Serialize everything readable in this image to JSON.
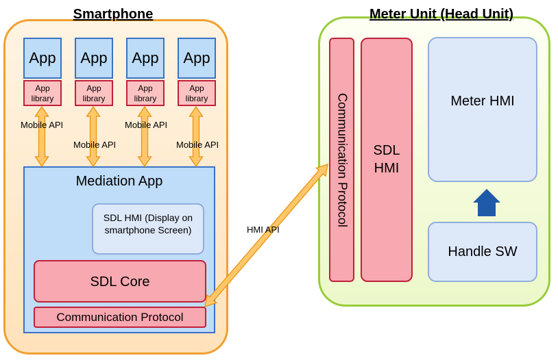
{
  "smartphone": {
    "title": "Smartphone",
    "apps": [
      {
        "app": "App",
        "library": "App library",
        "api": "Mobile API"
      },
      {
        "app": "App",
        "library": "App library",
        "api": "Mobile API"
      },
      {
        "app": "App",
        "library": "App library",
        "api": "Mobile API"
      },
      {
        "app": "App",
        "library": "App library",
        "api": "Mobile API"
      }
    ],
    "mediation_app": {
      "title": "Mediation App",
      "sdl_hmi": "SDL HMI (Display on smartphone Screen)",
      "sdl_core": "SDL Core",
      "communication_protocol": "Communication  Protocol"
    }
  },
  "link": {
    "label": "HMI  API"
  },
  "meter_unit": {
    "title": "Meter Unit (Head Unit)",
    "communication_protocol": "Communication  Protocol",
    "sdl_hmi": "SDL HMI",
    "meter_hmi": "Meter HMI",
    "handle_sw": "Handle SW"
  },
  "colors": {
    "arrow_fill": "#ffc76a",
    "arrow_stroke": "#e8940f",
    "up_arrow": "#1f5aa8"
  }
}
